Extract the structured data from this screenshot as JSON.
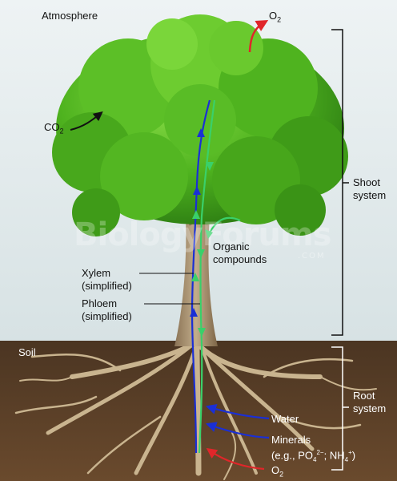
{
  "labels": {
    "atmosphere": "Atmosphere",
    "o2_top": "O",
    "o2_top_sub": "2",
    "co2": "CO",
    "co2_sub": "2",
    "shoot_line1": "Shoot",
    "shoot_line2": "system",
    "organic_line1": "Organic",
    "organic_line2": "compounds",
    "xylem_line1": "Xylem",
    "xylem_line2": "(simplified)",
    "phloem_line1": "Phloem",
    "phloem_line2": "(simplified)",
    "soil": "Soil",
    "root_line1": "Root",
    "root_line2": "system",
    "water": "Water",
    "minerals_line1": "Minerals",
    "minerals_line2a": "(e.g., PO",
    "minerals_sub_4": "4",
    "minerals_sup": "2−",
    "minerals_line2b": "; NH",
    "minerals_sub_4b": "4",
    "minerals_sup_b": "+",
    "minerals_close": ")",
    "o2_bottom": "O",
    "o2_bottom_sub": "2"
  },
  "watermark": {
    "text": "BiologyForums",
    "sub": ".COM"
  },
  "colors": {
    "xylem_arrow": "#1a2fd6",
    "phloem_arrow": "#3ad06a",
    "o2_arrow": "#e0262a",
    "soil": "#5a3e26",
    "sky": "#e6eef0"
  }
}
